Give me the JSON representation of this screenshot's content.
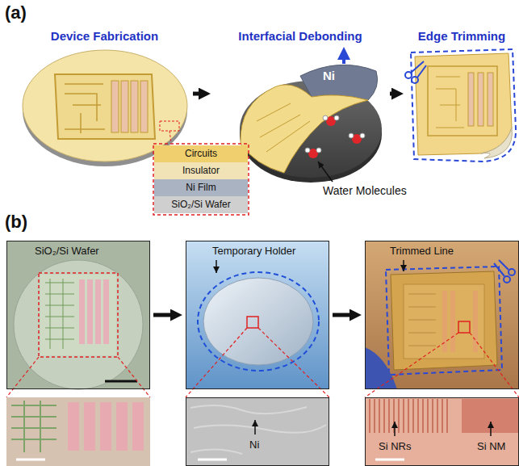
{
  "diagram": {
    "nodes": [
      {
        "text": [
          "Device Fabrication"
        ]
      },
      {
        "text": [
          "Interfacial Debonding"
        ]
      },
      {
        "text": [
          "Edge Trimming"
        ]
      },
      {
        "text": [
          "Circuits"
        ]
      },
      {
        "text": [
          "Insulator"
        ]
      },
      {
        "text": [
          "Ni Film"
        ]
      },
      {
        "text": [
          "SiO₂/Si Wafer"
        ]
      },
      {
        "text": [
          "SiO₂/Si Wafer"
        ]
      },
      {
        "text": [
          "Temporary Holder"
        ]
      },
      {
        "text": [
          "Trimmed Line"
        ]
      },
      {
        "text": [
          "Ni"
        ]
      },
      {
        "text": [
          "Si NRs",
          "Si NM"
        ]
      }
    ],
    "edges": [
      {
        "from": 0,
        "to": 1,
        "arrow": "to"
      },
      {
        "from": 1,
        "to": 2,
        "arrow": "to"
      },
      {
        "from": 7,
        "to": 8,
        "arrow": "to"
      },
      {
        "from": 8,
        "to": 9,
        "arrow": "to"
      }
    ],
    "labels": [
      "(a)",
      "(b)",
      "Ni",
      "Water Molecules"
    ]
  }
}
